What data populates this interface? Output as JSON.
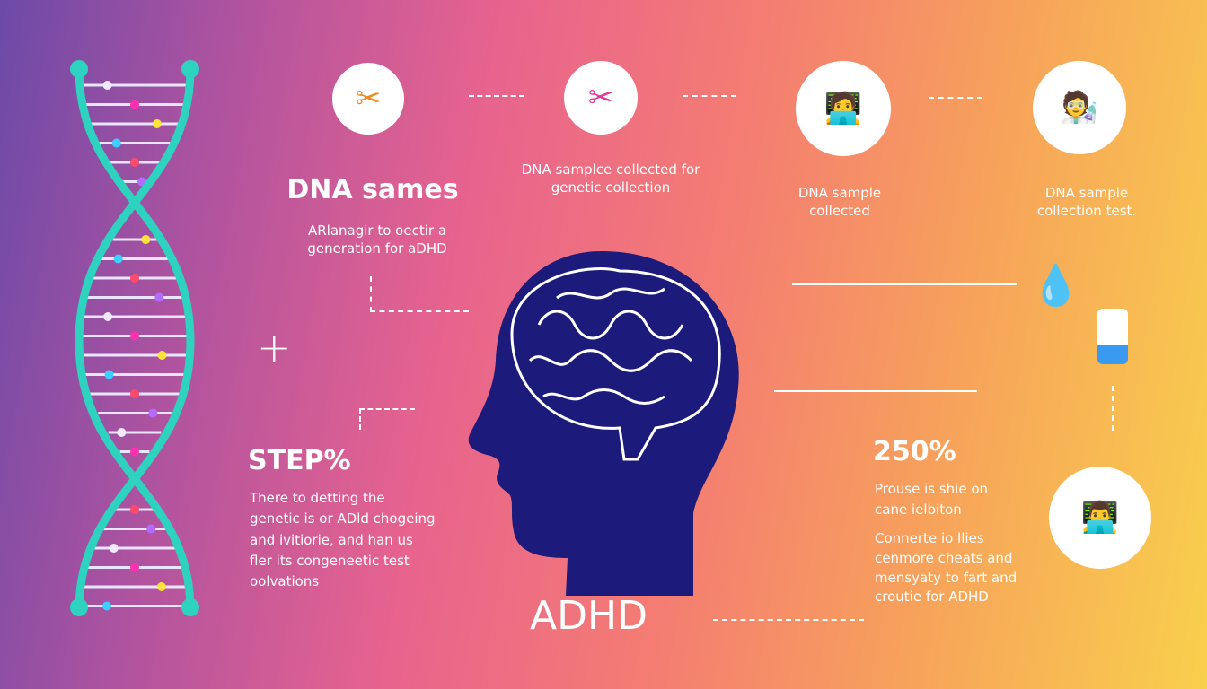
{
  "steps": [
    {
      "icon": "scissors-icon",
      "title": "DNA sames",
      "text": "ARlanagir to oectir a generation for aDHD"
    },
    {
      "icon": "scissors-icon",
      "text": "DNA samplce collected for genetic collection"
    },
    {
      "icon": "person-at-computer-icon",
      "text": "DNA sample collected"
    },
    {
      "icon": "lab-technician-icon",
      "text": "DNA sample collection test."
    }
  ],
  "left_block": {
    "title": "STEP%",
    "text": "There to detting the genetic is or ADld chogeing and ivitiorie, and han us fler its congeneetic test oolvations"
  },
  "right_block": {
    "title": "250%",
    "text1": "Prouse is shie on cane ielbiton",
    "text2": "Connerte io llies cenmore cheats and mensyaty to fart and croutie for ADHD"
  },
  "center_label": "ADHD",
  "colors": {
    "head": "#1c1a7a",
    "helix": "#2ed3c0"
  }
}
